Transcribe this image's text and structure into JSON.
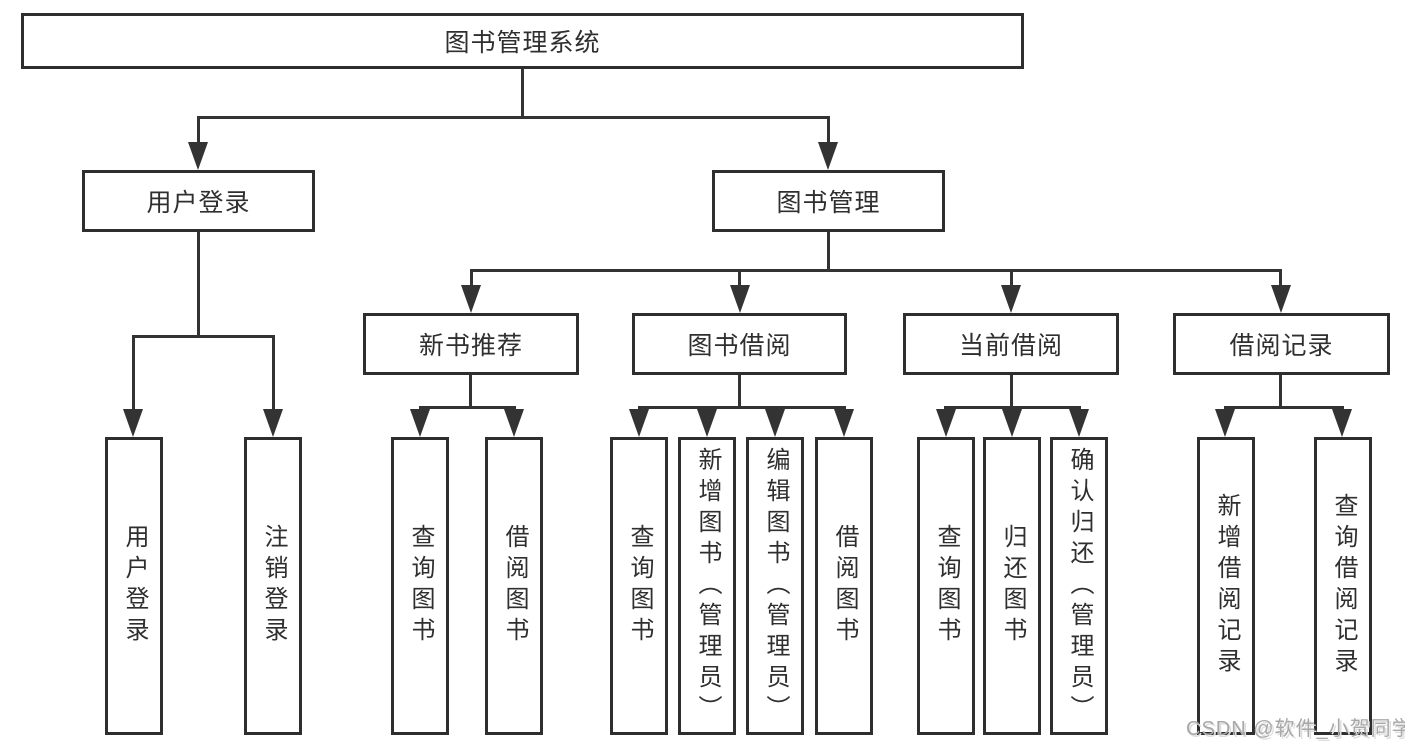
{
  "colors": {
    "line": "#333333",
    "box_border": "#2e2e2e",
    "text": "#2f2f2f",
    "watermark": "#a8a8a8",
    "background": "#ffffff"
  },
  "watermark": {
    "text": "CSDN @软件_小贺同学"
  },
  "tree": {
    "root": {
      "label": "图书管理系统"
    },
    "children": [
      {
        "label": "用户登录",
        "children": [
          {
            "label": "用户登录"
          },
          {
            "label": "注销登录"
          }
        ]
      },
      {
        "label": "图书管理",
        "children": [
          {
            "label": "新书推荐",
            "children": [
              {
                "label": "查询图书"
              },
              {
                "label": "借阅图书"
              }
            ]
          },
          {
            "label": "图书借阅",
            "children": [
              {
                "label": "查询图书"
              },
              {
                "label": "新增图书（管理员）"
              },
              {
                "label": "编辑图书（管理员）"
              },
              {
                "label": "借阅图书"
              }
            ]
          },
          {
            "label": "当前借阅",
            "children": [
              {
                "label": "查询图书"
              },
              {
                "label": "归还图书"
              },
              {
                "label": "确认归还（管理员）"
              }
            ]
          },
          {
            "label": "借阅记录",
            "children": [
              {
                "label": "新增借阅记录"
              },
              {
                "label": "查询借阅记录"
              }
            ]
          }
        ]
      }
    ]
  }
}
